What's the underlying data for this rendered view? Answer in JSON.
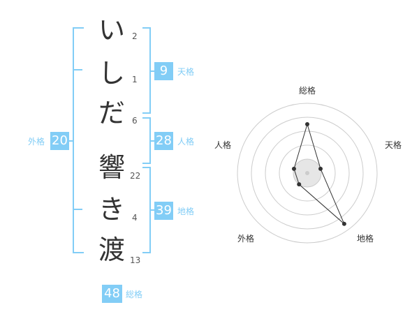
{
  "characters": [
    {
      "char": "い",
      "strokes": "2"
    },
    {
      "char": "し",
      "strokes": "1"
    },
    {
      "char": "だ",
      "strokes": "6"
    },
    {
      "char": "響",
      "strokes": "22"
    },
    {
      "char": "き",
      "strokes": "4"
    },
    {
      "char": "渡",
      "strokes": "13"
    }
  ],
  "fortune": {
    "tenkaku": {
      "label": "天格",
      "value": "9"
    },
    "jinkaku": {
      "label": "人格",
      "value": "28"
    },
    "chikaku": {
      "label": "地格",
      "value": "39"
    },
    "gaikaku": {
      "label": "外格",
      "value": "20"
    },
    "soukaku": {
      "label": "総格",
      "value": "48"
    }
  },
  "radar": {
    "labels": {
      "top": "総格",
      "right": "天格",
      "lower_right": "地格",
      "lower_left": "外格",
      "left": "人格"
    },
    "levels": [
      3.5,
      1.0,
      4.5,
      1.0,
      1.0
    ],
    "max": 5,
    "color_line": "#333333",
    "color_grid": "#cccccc",
    "color_fill": "#e6e6e6"
  }
}
